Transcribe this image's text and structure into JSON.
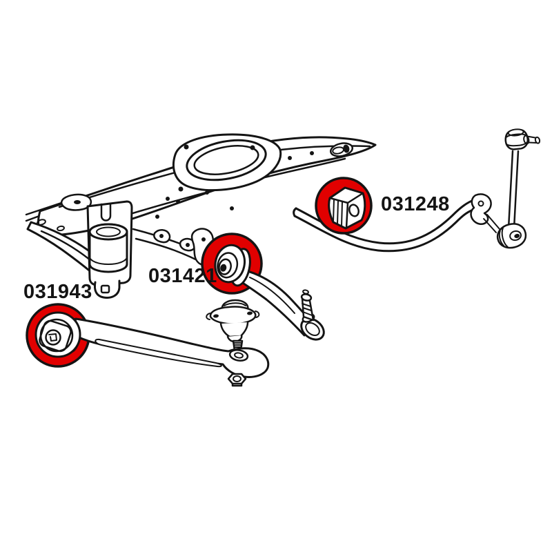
{
  "diagram": {
    "type": "technical-line-illustration",
    "subject": "front suspension components with highlighted bushings",
    "parts": [
      {
        "number": "031943",
        "marker": "lower-control-arm-bushing-highlight"
      },
      {
        "number": "031421",
        "marker": "upper-control-arm-bushing-highlight"
      },
      {
        "number": "031248",
        "marker": "anti-roll-bar-bushing-highlight"
      }
    ]
  },
  "colors": {
    "highlight": "#e10000",
    "line": "#141414",
    "background": "#ffffff"
  },
  "icons": {
    "subframe": "subframe-crossmember-drawing",
    "sway_bar": "anti-roll-bar-drawing",
    "end_link": "drop-link-drawing",
    "upper_arm": "upper-control-arm-drawing",
    "ball_joint": "ball-joint-drawing",
    "lower_arm": "lower-control-arm-drawing"
  }
}
